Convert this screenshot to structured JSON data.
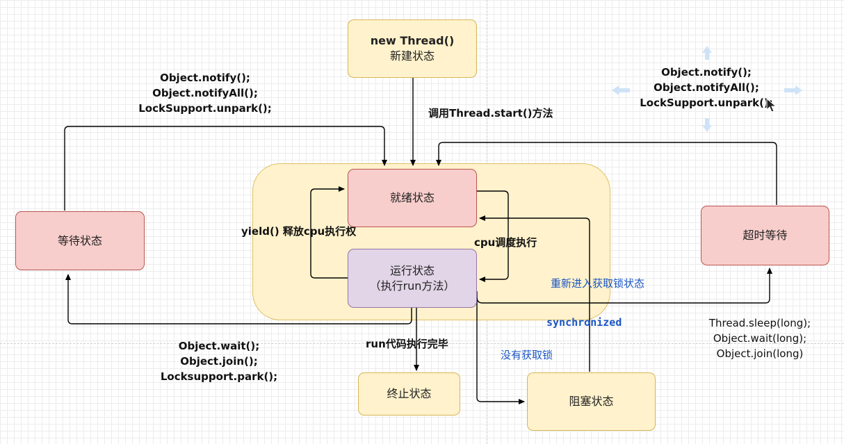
{
  "nodes": {
    "new_thread": {
      "line1": "new Thread()",
      "line2": "新建状态"
    },
    "ready": {
      "label": "就绪状态"
    },
    "running": {
      "line1": "运行状态",
      "line2": "（执行run方法）"
    },
    "waiting": {
      "label": "等待状态"
    },
    "timed_waiting": {
      "label": "超时等待"
    },
    "terminated": {
      "label": "终止状态"
    },
    "blocked": {
      "label": "阻塞状态"
    }
  },
  "labels": {
    "start": "调用Thread.start()方法",
    "yield": "yield()  释放cpu执行权",
    "cpu_schedule": "cpu调度执行",
    "reacquire_lock": "重新进入获取锁状态",
    "synchronized": "synchronized",
    "no_lock": "没有获取锁",
    "run_complete": "run代码执行完毕",
    "notify_left": [
      "Object.notify();",
      "Object.notifyAll();",
      "LockSupport.unpark();"
    ],
    "notify_right": [
      "Object.notify();",
      "Object.notifyAll();",
      "LockSupport.unpark();"
    ],
    "wait_calls": [
      "Object.wait();",
      "Object.join();",
      "Locksupport.park();"
    ],
    "timed_calls": [
      "Thread.sleep(long);",
      "Object.wait(long);",
      "Object.join(long)"
    ]
  },
  "colors": {
    "yellow_fill": "#fff2cc",
    "red_fill": "#f8cecc",
    "purple_fill": "#e1d5e7",
    "edge": "#000000",
    "blue_text": "#1a56c4"
  },
  "icons": [
    "move-arrows-icon",
    "mouse-cursor-icon"
  ]
}
